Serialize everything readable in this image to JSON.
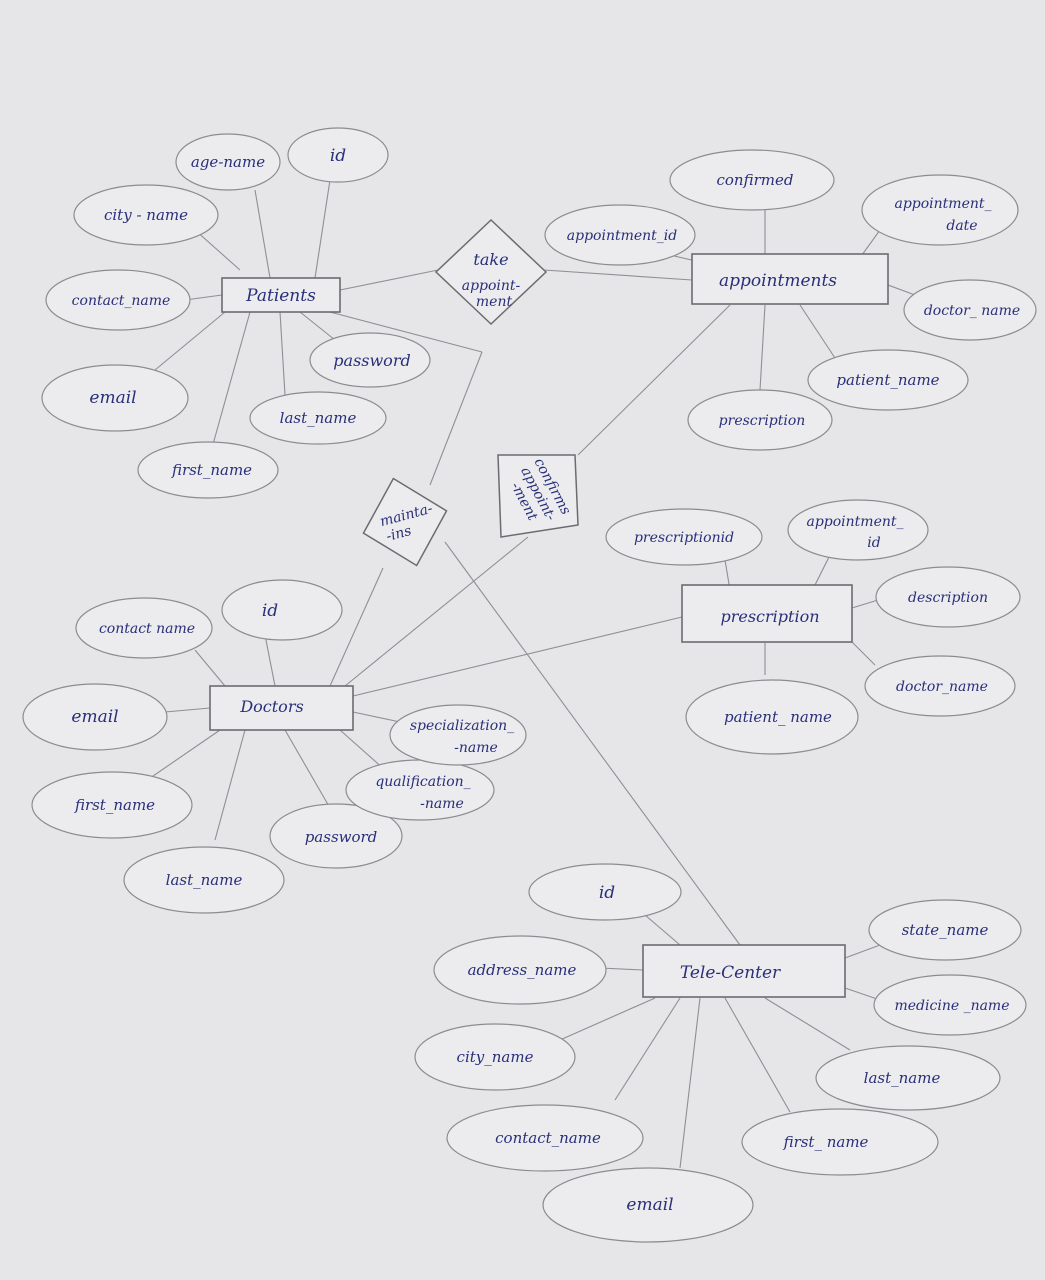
{
  "diagram": {
    "entities": {
      "patients": "Patients",
      "appointments": "appointments",
      "doctors": "Doctors",
      "prescription": "prescription",
      "telecenter": "Tele-Center"
    },
    "relationships": {
      "take_appointment": [
        "take",
        "appoint-",
        "ment"
      ],
      "maintains": [
        "mainta-",
        "-ins"
      ],
      "confirms_appointment": [
        "confirms",
        "appoint-",
        "-ment"
      ]
    },
    "attributes": {
      "patients": {
        "age_name": "age-name",
        "id": "id",
        "city_name": "city - name",
        "contact_name": "contact_name",
        "email": "email",
        "first_name": "first_name",
        "last_name": "last_name",
        "password": "password"
      },
      "appointments": {
        "confirmed": "confirmed",
        "appointment_id": "appointment_id",
        "appointment_date": [
          "appointment_",
          "date"
        ],
        "doctor_name": "doctor_ name",
        "patient_name": "patient_name",
        "prescription": "prescription"
      },
      "doctors": {
        "id": "id",
        "contact_name": "contact name",
        "email": "email",
        "first_name": "first_name",
        "last_name": "last_name",
        "password": "password",
        "qualification_name": [
          "qualification_",
          "-name"
        ],
        "specialization_name": [
          "specialization_",
          "-name"
        ]
      },
      "prescription": {
        "prescriptionid": "prescriptionid",
        "appointment_id": [
          "appointment_",
          "id"
        ],
        "description": "description",
        "doctor_name": "doctor_name",
        "patient_name": "patient_ name"
      },
      "telecenter": {
        "id": "id",
        "address_name": "address_name",
        "city_name": "city_name",
        "contact_name": "contact_name",
        "email": "email",
        "first_name": "first_ name",
        "last_name": "last_name",
        "medicine_name": "medicine _name",
        "state_name": "state_name"
      }
    }
  }
}
